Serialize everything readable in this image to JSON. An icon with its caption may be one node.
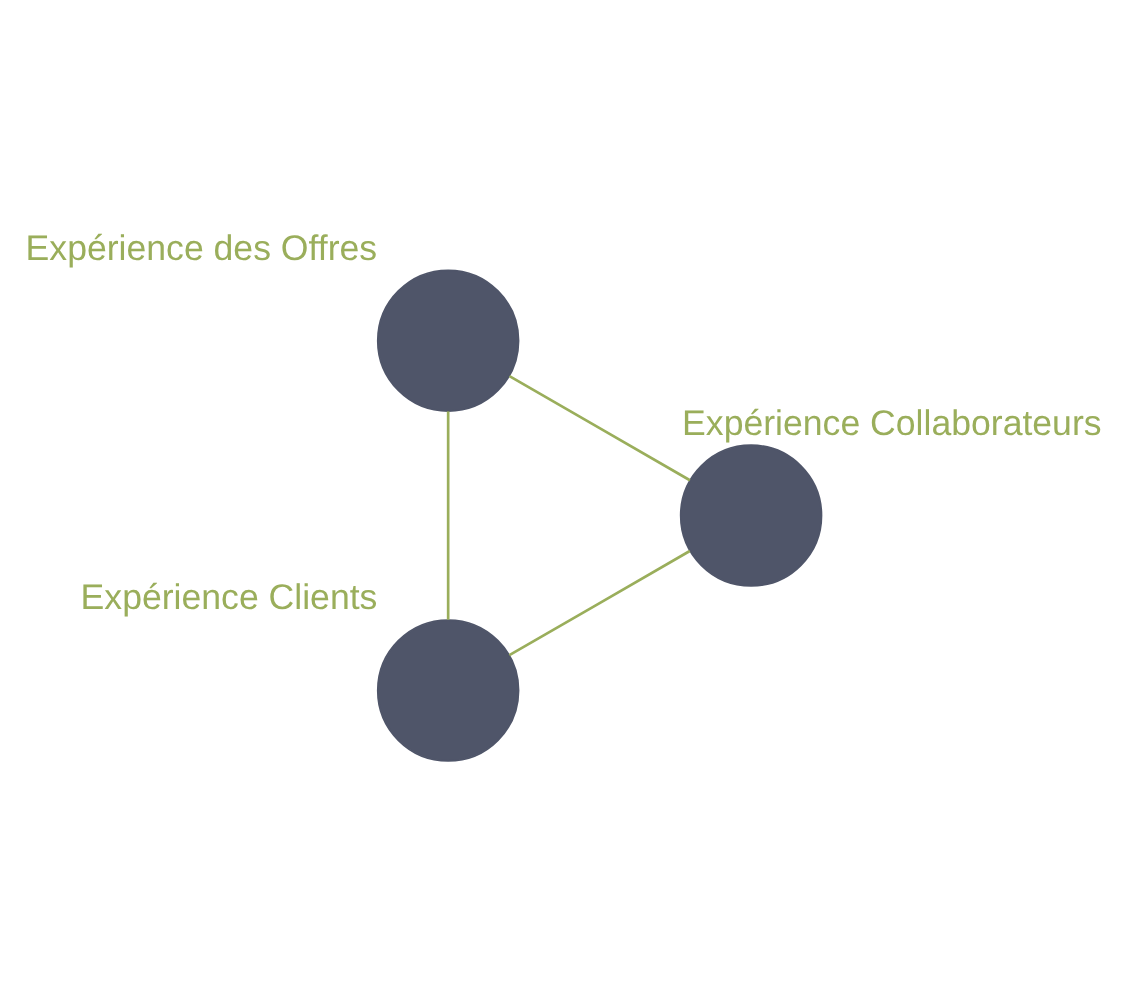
{
  "diagram": {
    "nodes": [
      {
        "text": [
          "Expérience Clients"
        ]
      },
      {
        "text": [
          "Expérience des Offres"
        ]
      },
      {
        "text": [
          "Expérience Collaborateurs"
        ]
      }
    ],
    "edges": [
      {
        "from": 0,
        "to": 1,
        "arrow": "none"
      },
      {
        "from": 1,
        "to": 2,
        "arrow": "none"
      },
      {
        "from": 2,
        "to": 0,
        "arrow": "none"
      }
    ]
  }
}
